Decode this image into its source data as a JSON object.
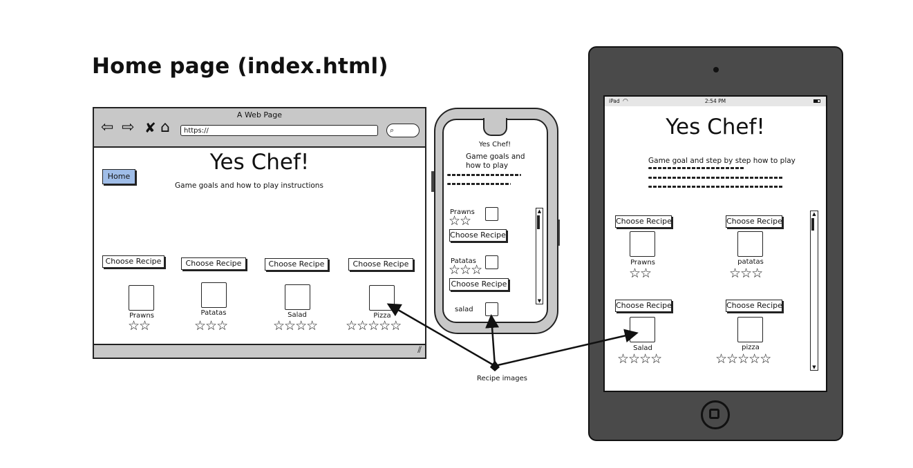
{
  "page_title": "Home page (index.html)",
  "desktop": {
    "window_title": "A Web Page",
    "url": "https://",
    "nav_home": "Home",
    "heading": "Yes Chef!",
    "subtitle": "Game goals and how to play instructions",
    "recipes": [
      {
        "button": "Choose Recipe",
        "name": "Prawns",
        "stars": 2
      },
      {
        "button": "Choose Recipe",
        "name": "Patatas",
        "stars": 3
      },
      {
        "button": "Choose Recipe",
        "name": "Salad",
        "stars": 4
      },
      {
        "button": "Choose Recipe",
        "name": "Pizza",
        "stars": 5
      }
    ]
  },
  "phone": {
    "heading": "Yes Chef!",
    "subtitle": "Game goals and how to play",
    "recipes": [
      {
        "name": "Prawns",
        "button": "Choose Recipe",
        "stars": 2
      },
      {
        "name": "Patatas",
        "button": "Choose Recipe",
        "stars": 3
      },
      {
        "name": "salad"
      }
    ]
  },
  "tablet": {
    "status_left": "iPad",
    "status_time": "2:54 PM",
    "heading": "Yes Chef!",
    "subtitle": "Game goal and step by step how to play",
    "recipes": [
      {
        "button": "Choose Recipe",
        "name": "Prawns",
        "stars": 2
      },
      {
        "button": "Choose Recipe",
        "name": "patatas",
        "stars": 3
      },
      {
        "button": "Choose Recipe",
        "name": "Salad",
        "stars": 4
      },
      {
        "button": "Choose Recipe",
        "name": "pizza",
        "stars": 5
      }
    ]
  },
  "annotation": "Recipe images",
  "icons": {
    "back": "back-arrow-icon",
    "forward": "forward-arrow-icon",
    "stop": "close-icon",
    "home": "home-icon",
    "search": "search-icon",
    "wifi": "wifi-icon",
    "battery": "battery-icon",
    "star": "star-outline-icon",
    "resize": "resize-grip-icon"
  },
  "colors": {
    "home_button": "#9fbde8",
    "chrome_gray": "#c8c8c8",
    "tablet_body": "#4a4a4a"
  }
}
